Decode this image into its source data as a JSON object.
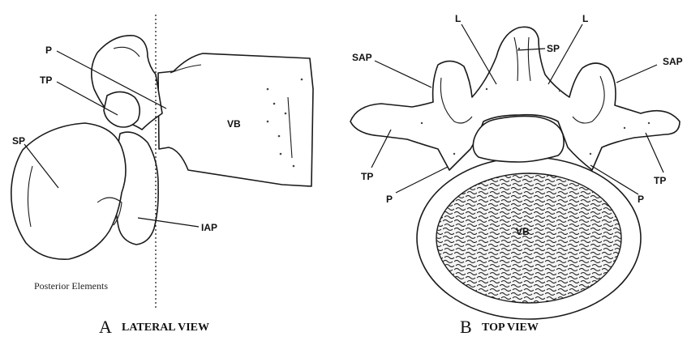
{
  "lateral": {
    "letter": "A",
    "title": "LATERAL VIEW",
    "labels": {
      "p": "P",
      "tp": "TP",
      "sp": "SP",
      "vb": "VB",
      "iap": "IAP"
    },
    "region_note": "Posterior Elements"
  },
  "top": {
    "letter": "B",
    "title": "TOP VIEW",
    "labels": {
      "l_left": "L",
      "l_right": "L",
      "sp": "SP",
      "sap_left": "SAP",
      "sap_right": "SAP",
      "tp_left": "TP",
      "tp_right": "TP",
      "p_left": "P",
      "p_right": "P",
      "vb": "VB"
    }
  }
}
